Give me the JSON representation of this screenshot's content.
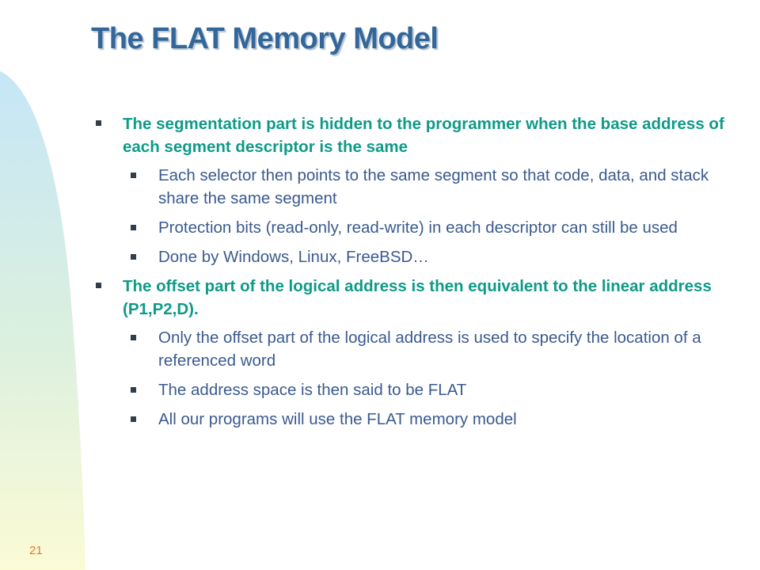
{
  "slide": {
    "title": "The FLAT Memory Model",
    "page_number": "21",
    "colors": {
      "title": "#336699",
      "level1_text": "#0e9a88",
      "level2_text": "#3a5a8f",
      "page_number": "#e07b2d"
    },
    "bullets": [
      {
        "text": "The segmentation part is hidden to the programmer when the base address of each segment descriptor is the same",
        "sub": [
          "Each selector then points to the same segment so that code, data, and stack share the same segment",
          "Protection bits (read-only, read-write) in each descriptor can still be used",
          "Done by Windows, Linux, FreeBSD…"
        ]
      },
      {
        "text": "The offset part of the logical address is then equivalent to the linear address (P1,P2,D).",
        "sub": [
          "Only the offset part of the logical address is used to specify the location of a referenced word",
          "The address space is then said to be FLAT",
          "All our programs will use the FLAT memory model"
        ]
      }
    ]
  }
}
